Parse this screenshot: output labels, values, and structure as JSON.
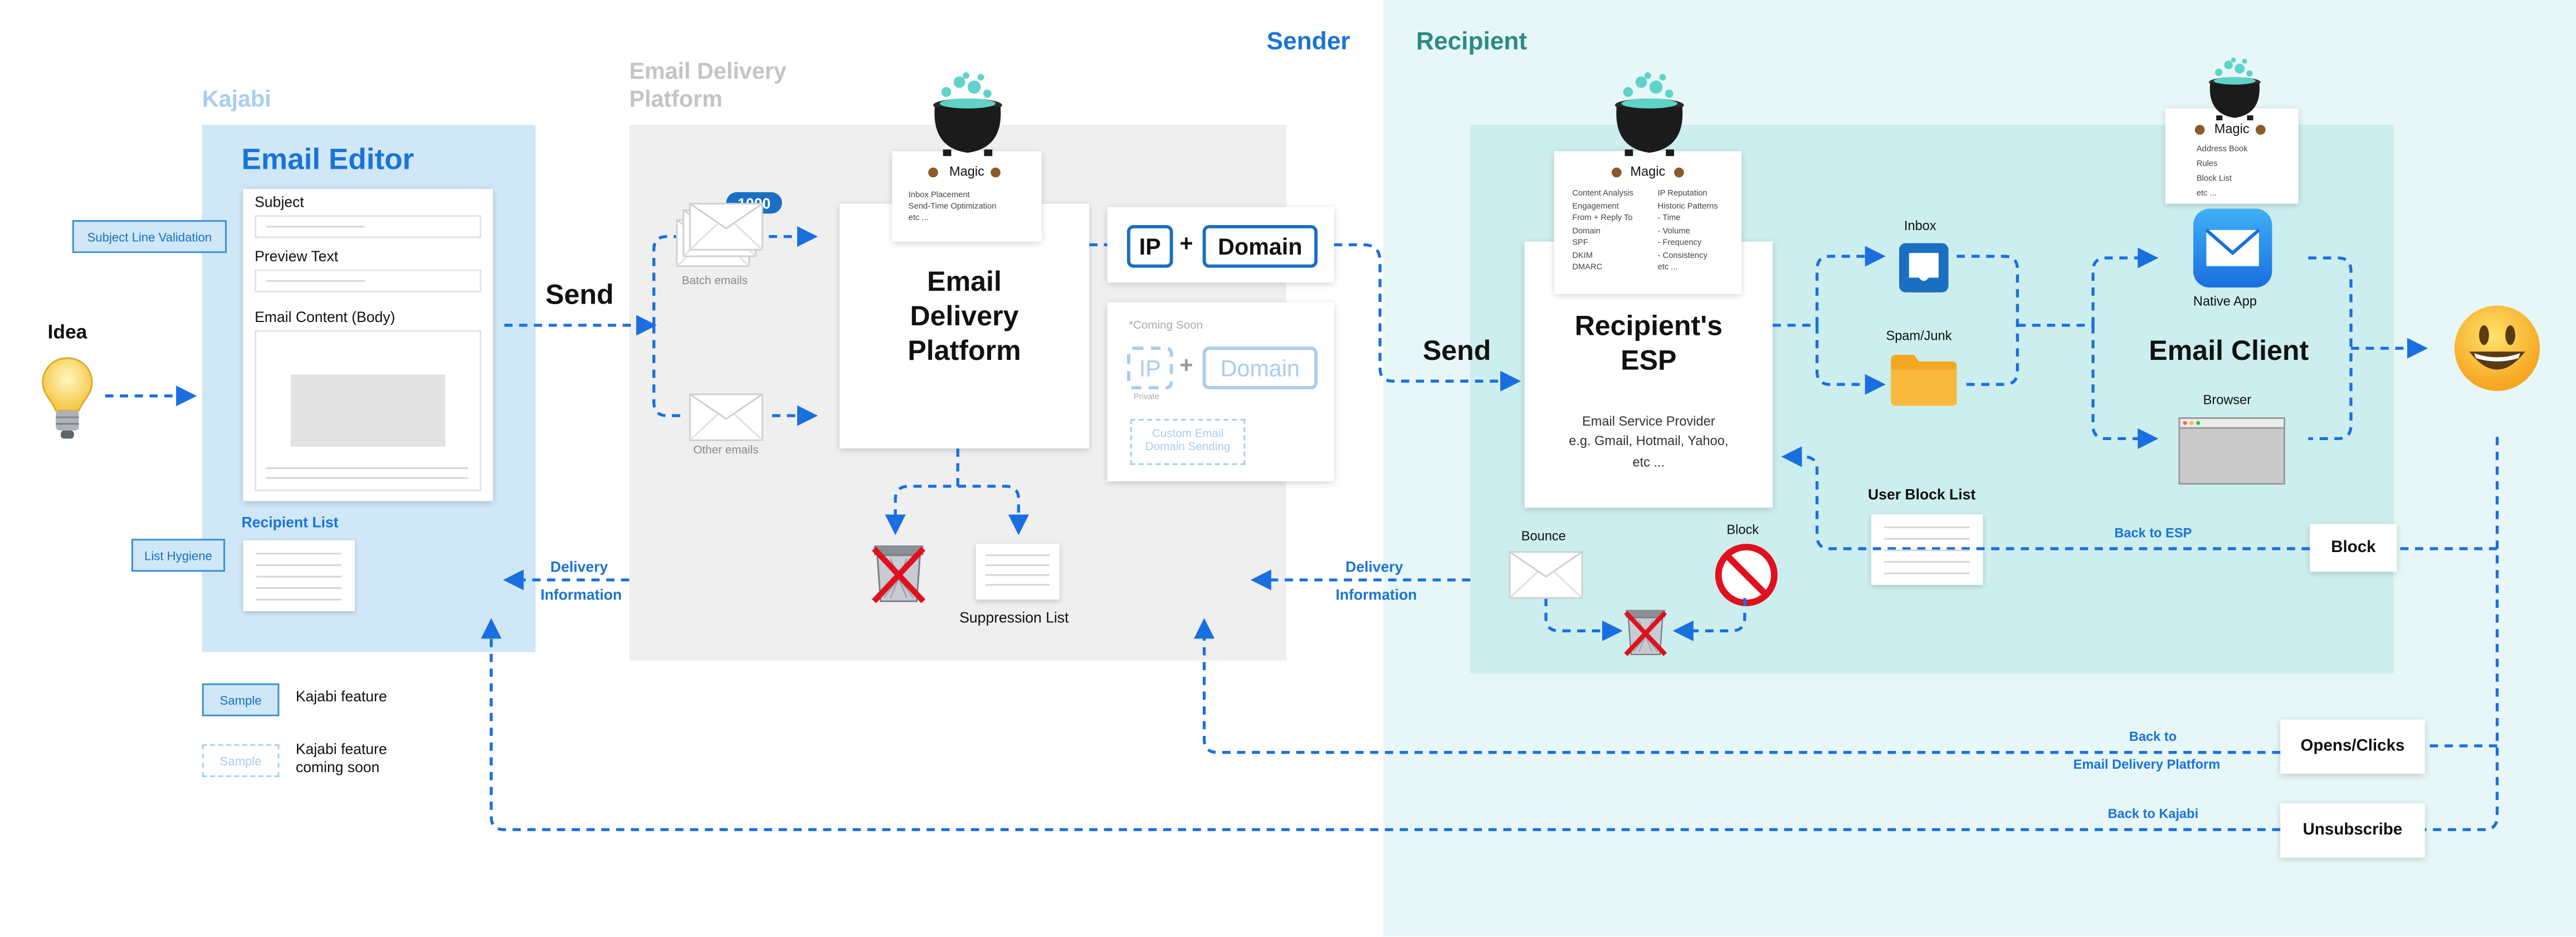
{
  "colors": {
    "kajabi_bg": "#cfe7f7",
    "platform_bg": "#efefef",
    "recipient_bg": "#dff5f5",
    "recipient_box": "#c9eeee",
    "accent_blue": "#1a73d9",
    "teal": "#2a8a86"
  },
  "headers": {
    "sender": "Sender",
    "recipient": "Recipient",
    "kajabi": "Kajabi",
    "edp": "Email Delivery Platform"
  },
  "idea": {
    "label": "Idea",
    "icon": "lightbulb-icon"
  },
  "editor": {
    "title": "Email Editor",
    "subject": "Subject",
    "preview_text": "Preview Text",
    "content": "Email Content (Body)",
    "recipient_list": "Recipient List",
    "subject_validation": "Subject Line Validation",
    "list_hygiene": "List Hygiene"
  },
  "legend": {
    "sample": "Sample",
    "feature": "Kajabi feature",
    "feature_soon_1": "Kajabi feature",
    "feature_soon_2": "coming soon"
  },
  "send_1": "Send",
  "send_2": "Send",
  "edp_box": {
    "batch_count": "1000",
    "batch_label": "Batch emails",
    "other_label": "Other emails",
    "title_1": "Email",
    "title_2": "Delivery",
    "title_3": "Platform",
    "magic": {
      "title": "Magic",
      "items": [
        "Inbox Placement",
        "Send-Time Optimization",
        "etc ..."
      ]
    },
    "ip": "IP",
    "plus": "+",
    "domain": "Domain",
    "coming_soon": "*Coming Soon",
    "ip_soon": "IP",
    "domain_soon": "Domain",
    "private": "Private",
    "custom_sending_1": "Custom Email",
    "custom_sending_2": "Domain Sending",
    "suppression": "Suppression List"
  },
  "delivery_info": {
    "left_1": "Delivery",
    "left_2": "Information",
    "right_1": "Delivery",
    "right_2": "Information"
  },
  "esp": {
    "title_1": "Recipient's",
    "title_2": "ESP",
    "desc_1": "Email Service Provider",
    "desc_2": "e.g. Gmail, Hotmail, Yahoo,",
    "desc_3": "etc ...",
    "magic": {
      "title": "Magic",
      "col1": [
        "Content Analysis",
        "Engagement",
        "From + Reply To",
        "Domain",
        "SPF",
        "DKIM",
        "DMARC"
      ],
      "col2": [
        "IP Reputation",
        "Historic Patterns",
        "- Time",
        "- Volume",
        "- Frequency",
        "- Consistency",
        "etc ..."
      ]
    },
    "inbox": "Inbox",
    "spam": "Spam/Junk",
    "bounce": "Bounce",
    "block": "Block",
    "user_block_list": "User Block List",
    "back_to_esp": "Back to ESP"
  },
  "client": {
    "title": "Email Client",
    "native_app": "Native App",
    "browser": "Browser",
    "magic": {
      "title": "Magic",
      "items": [
        "Address Book",
        "Rules",
        "Block List",
        "etc ..."
      ]
    }
  },
  "actions": {
    "block": "Block",
    "opens": "Opens/Clicks",
    "unsubscribe": "Unsubscribe"
  },
  "back_edp_1": "Back to",
  "back_edp_2": "Email Delivery Platform",
  "back_kajabi": "Back to Kajabi"
}
